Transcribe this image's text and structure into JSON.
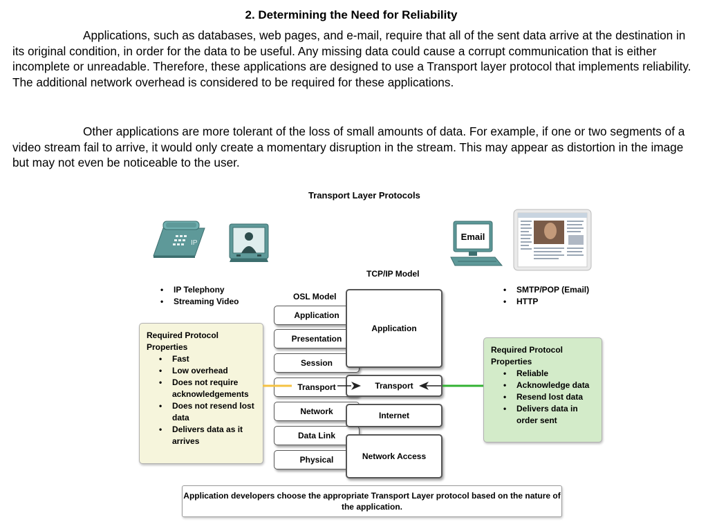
{
  "heading": "2. Determining the Need for Reliability",
  "paragraph1": "Applications, such as databases, web pages, and e-mail, require that all of the sent data arrive at the destination in its original condition, in order for the data to be useful. Any missing data could cause a corrupt communication that is either incomplete or unreadable. Therefore, these applications are designed to use a Transport layer protocol that implements reliability. The additional network overhead is considered to be required for these applications.",
  "paragraph2": "Other applications are more tolerant of the loss of small amounts of data. For example, if one or two segments of a video stream fail to arrive, it would only create a momentary disruption in the stream. This may appear as distortion in the image but may not even be noticeable to the user.",
  "figure": {
    "title": "Transport Layer Protocols",
    "tcp_label": "TCP/IP Model",
    "osi_label": "OSL Model",
    "email_label": "Email",
    "phone_ip_label": "IP",
    "left_apps": [
      "IP Telephony",
      "Streaming Video"
    ],
    "right_apps": [
      "SMTP/POP (Email)",
      "HTTP"
    ],
    "osi_layers": [
      "Application",
      "Presentation",
      "Session",
      "Transport",
      "Network",
      "Data Link",
      "Physical"
    ],
    "tcp_layers": [
      "Application",
      "Transport",
      "Internet",
      "Network Access"
    ],
    "left_box": {
      "title": "Required Protocol Properties",
      "items": [
        "Fast",
        "Low overhead",
        "Does not require acknowledgements",
        "Does not resend lost data",
        "Delivers data as it arrives"
      ]
    },
    "right_box": {
      "title": "Required Protocol Properties",
      "items": [
        "Reliable",
        "Acknowledge data",
        "Resend lost data",
        "Delivers data in order sent"
      ]
    },
    "caption": "Application developers choose the appropriate Transport Layer protocol based on the nature of the application.",
    "colors": {
      "udp_arrow": "#f5c242",
      "tcp_arrow": "#33b233",
      "left_box_bg": "#f6f5dc",
      "right_box_bg": "#d3ebc9",
      "device_teal": "#5e9999"
    }
  }
}
